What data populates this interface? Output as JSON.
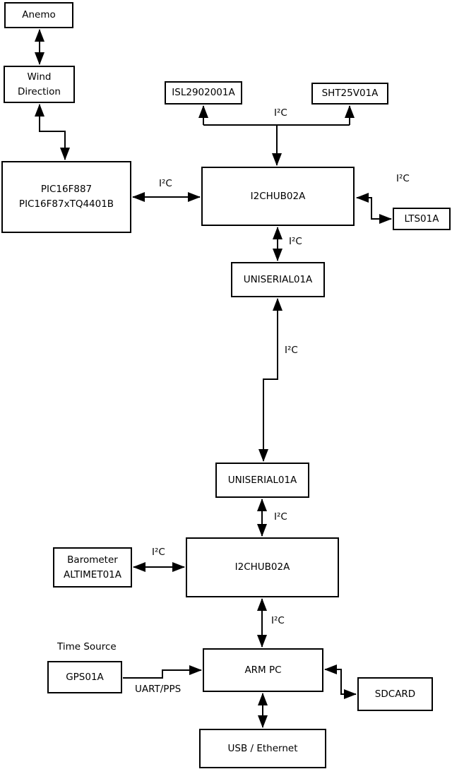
{
  "diagram": {
    "colors": {
      "background": "#ffffff",
      "box_fill": "#ffffff",
      "box_border": "#000000",
      "line": "#000000",
      "text": "#000000"
    },
    "nodes": {
      "anemo": {
        "label": "Anemo"
      },
      "wind_direction": {
        "line1": "Wind",
        "line2": "Direction"
      },
      "pic": {
        "line1": "PIC16F887",
        "line2": "PIC16F87xTQ4401B"
      },
      "isl": {
        "label": "ISL2902001A"
      },
      "sht": {
        "label": "SHT25V01A"
      },
      "i2chub_top": {
        "label": "I2CHUB02A"
      },
      "lts": {
        "label": "LTS01A"
      },
      "uniserial_top": {
        "label": "UNISERIAL01A"
      },
      "uniserial_bottom": {
        "label": "UNISERIAL01A"
      },
      "i2chub_bottom": {
        "label": "I2CHUB02A"
      },
      "barometer": {
        "line1": "Barometer",
        "line2": "ALTIMET01A"
      },
      "gps": {
        "label": "GPS01A"
      },
      "arm_pc": {
        "label": "ARM PC"
      },
      "sdcard": {
        "label": "SDCARD"
      },
      "usb_ethernet": {
        "label": "USB / Ethernet"
      }
    },
    "edge_labels": {
      "i2c_pic_hub": "I²C",
      "i2c_sensor_bus": "I²C",
      "i2c_lts": "I²C",
      "i2c_hub_uniserial": "I²C",
      "i2c_long_link": "I²C",
      "i2c_uniserial_hub": "I²C",
      "i2c_barometer": "I²C",
      "i2c_hub_armpc": "I²C",
      "time_source": "Time Source",
      "uart_pps": "UART/PPS"
    }
  }
}
